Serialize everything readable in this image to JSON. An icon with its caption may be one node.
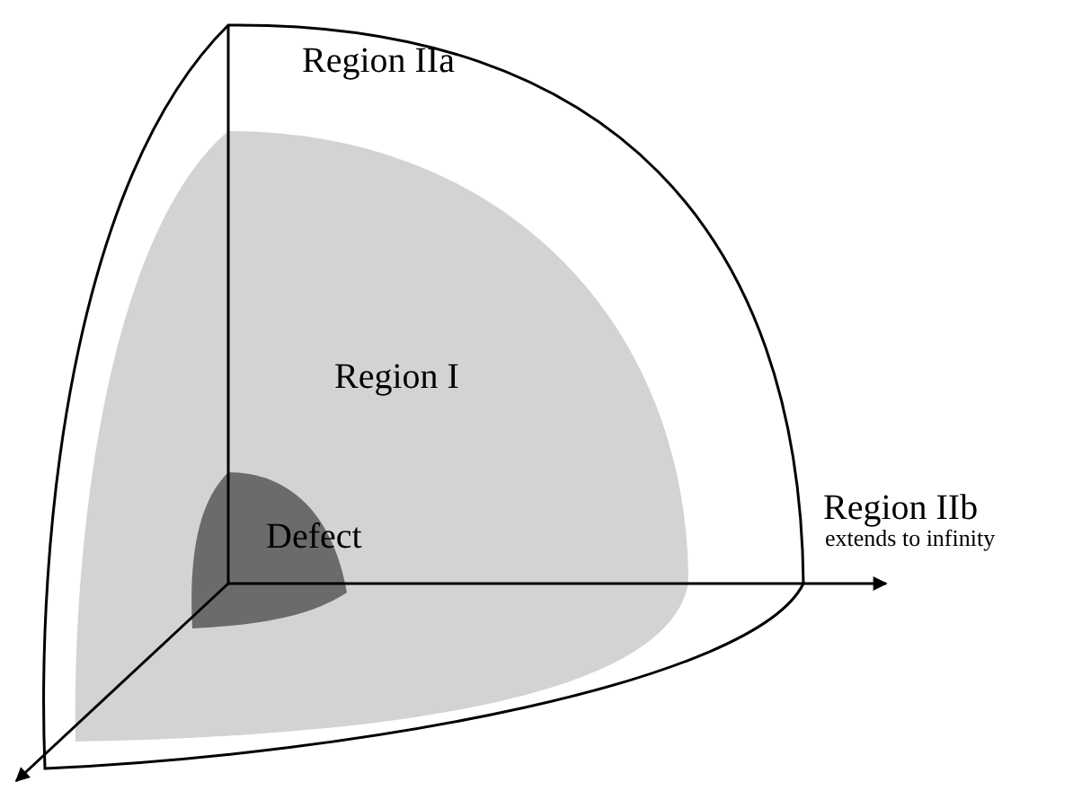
{
  "diagram": {
    "nodes": [
      {
        "text": [
          "Region IIa"
        ]
      },
      {
        "text": [
          "Region I"
        ],
        "in": 0
      },
      {
        "text": [
          "Defect"
        ],
        "in": 1
      }
    ],
    "labels": [
      "Region IIb",
      "extends to infinity"
    ]
  }
}
